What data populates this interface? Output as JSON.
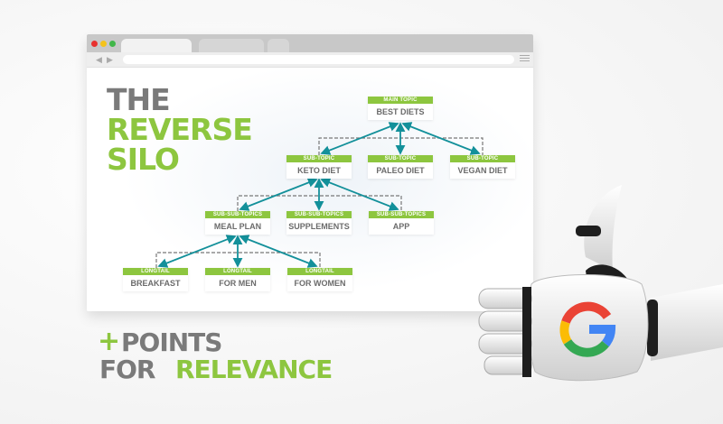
{
  "browser": {
    "window_controls": [
      "close-dot",
      "minimize-dot",
      "maximize-dot"
    ],
    "colors": {
      "close": "#e8312f",
      "minimize": "#f4c31b",
      "maximize": "#41b649"
    },
    "nav": {
      "back_icon": "◀",
      "forward_icon": "▶",
      "menu_icon": "hamburger-icon"
    }
  },
  "headline": {
    "line1": "THE",
    "line2": "REVERSE",
    "line3": "SILO"
  },
  "tree": {
    "main": {
      "label": "MAIN TOPIC",
      "name": "BEST DIETS"
    },
    "subtopics": [
      {
        "label": "SUB-TOPIC",
        "name": "KETO DIET"
      },
      {
        "label": "SUB-TOPIC",
        "name": "PALEO DIET"
      },
      {
        "label": "SUB-TOPIC",
        "name": "VEGAN DIET"
      }
    ],
    "subsubtopics": [
      {
        "label": "SUB-SUB-TOPICS",
        "name": "MEAL PLAN"
      },
      {
        "label": "SUB-SUB-TOPICS",
        "name": "SUPPLEMENTS"
      },
      {
        "label": "SUB-SUB-TOPICS",
        "name": "APP"
      }
    ],
    "longtail": [
      {
        "label": "LONGTAIL",
        "name": "BREAKFAST"
      },
      {
        "label": "LONGTAIL",
        "name": "FOR MEN"
      },
      {
        "label": "LONGTAIL",
        "name": "FOR WOMEN"
      }
    ],
    "colors": {
      "label_bg": "#8dc63f",
      "arrow": "#13909a",
      "dashed": "#777777"
    }
  },
  "tagline": {
    "plus": "+",
    "line1": "POINTS",
    "line2_prefix": "FOR",
    "line2_highlight": "RELEVANCE"
  },
  "robot_hand": {
    "logo": "G",
    "logo_colors": [
      "#ea4335",
      "#fbbc05",
      "#34a853",
      "#4285f4"
    ]
  },
  "colors": {
    "green": "#8dc63f",
    "gray": "#7a7a7a"
  }
}
